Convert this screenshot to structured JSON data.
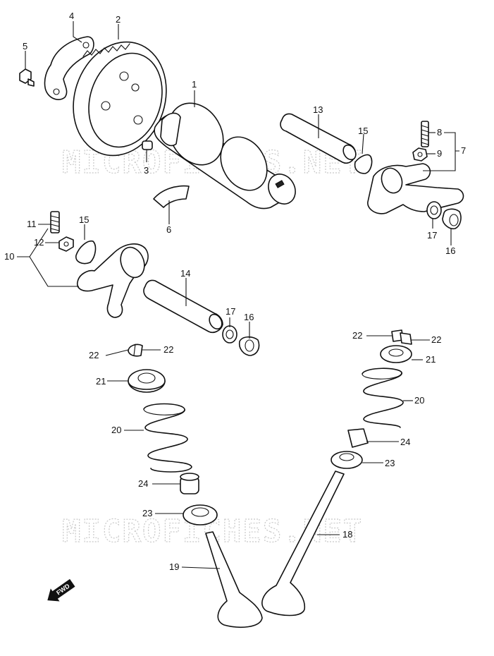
{
  "watermark": {
    "text": "MICROFICHES.NET"
  },
  "direction_badge": {
    "label": "FWD"
  },
  "callouts": {
    "c1": "1",
    "c2": "2",
    "c3": "3",
    "c4": "4",
    "c5": "5",
    "c6": "6",
    "c7": "7",
    "c8": "8",
    "c9": "9",
    "c10": "10",
    "c11": "11",
    "c12": "12",
    "c13": "13",
    "c14": "14",
    "c15a": "15",
    "c15b": "15",
    "c16a": "16",
    "c16b": "16",
    "c17a": "17",
    "c17b": "17",
    "c18": "18",
    "c19": "19",
    "c20a": "20",
    "c20b": "20",
    "c21a": "21",
    "c21b": "21",
    "c22a": "22",
    "c22b": "22",
    "c22c": "22",
    "c22d": "22",
    "c23a": "23",
    "c23b": "23",
    "c24a": "24",
    "c24b": "24"
  }
}
